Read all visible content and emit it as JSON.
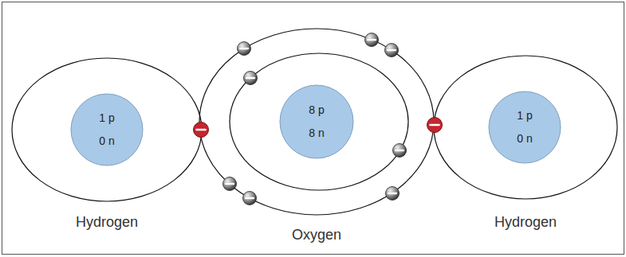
{
  "diagram": {
    "nodes": [
      {
        "text": [
          "1 p",
          "0 n"
        ]
      },
      {
        "text": [
          "8 p",
          "8 n"
        ]
      },
      {
        "text": [
          "1 p",
          "0 n"
        ]
      }
    ],
    "labels": [
      "Hydrogen",
      "Oxygen",
      "Hydrogen"
    ]
  }
}
